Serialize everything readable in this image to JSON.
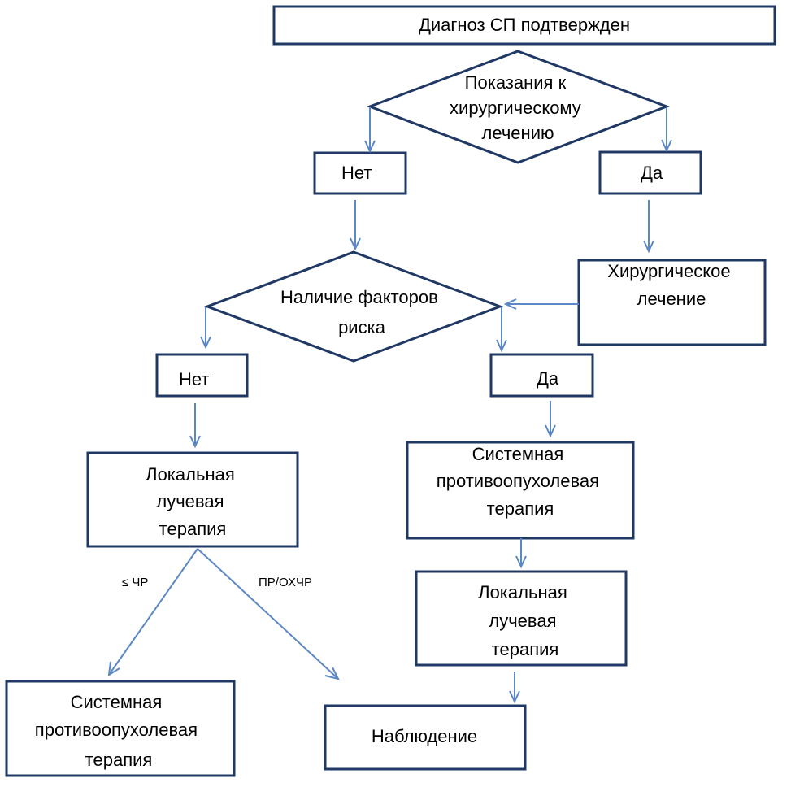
{
  "nodes": {
    "top": "Диагноз СП подтвержден",
    "decision1": [
      "Показания к",
      "хирургическому",
      "лечению"
    ],
    "no1": "Нет",
    "yes1": "Да",
    "surgery": [
      "Хирургическое",
      "лечение"
    ],
    "decision2": [
      "Наличие факторов",
      "риска"
    ],
    "no2": "Нет",
    "yes2": "Да",
    "local_rt_left": [
      "Локальная",
      "лучевая",
      "терапия"
    ],
    "systemic_right": [
      "Системная",
      "противоопухолевая",
      "терапия"
    ],
    "local_rt_right": [
      "Локальная",
      "лучевая",
      "терапия"
    ],
    "systemic_bottom": [
      "Системная",
      "противоопухолевая",
      "терапия"
    ],
    "observation": "Наблюдение"
  },
  "edge_labels": {
    "le_pr": "≤ ЧР",
    "pr_ochr": "ПР/ОХЧР"
  },
  "colors": {
    "box_stroke": "#1f3864",
    "arrow": "#5b87c5"
  }
}
